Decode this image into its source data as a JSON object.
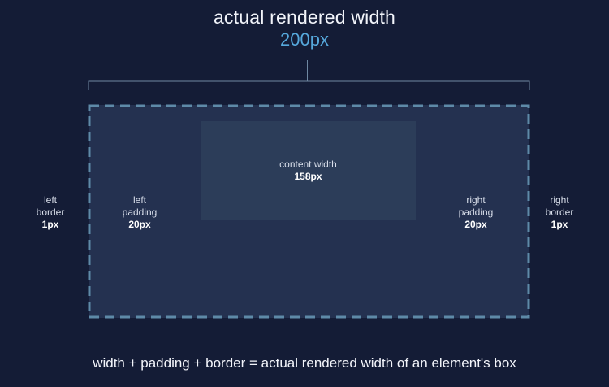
{
  "title": {
    "line1": "actual rendered width",
    "line2": "200px"
  },
  "content": {
    "label": "content width",
    "value": "158px"
  },
  "left_border": {
    "line1": "left",
    "line2": "border",
    "value": "1px"
  },
  "left_padding": {
    "line1": "left",
    "line2": "padding",
    "value": "20px"
  },
  "right_padding": {
    "line1": "right",
    "line2": "padding",
    "value": "20px"
  },
  "right_border": {
    "line1": "right",
    "line2": "border",
    "value": "1px"
  },
  "caption": "width + padding + border = actual rendered width of an element's box",
  "colors": {
    "background": "#141c36",
    "box_fill": "#243150",
    "content_fill": "#2c3d59",
    "dashed_border": "#5e8aa8",
    "accent": "#56a8dc"
  }
}
